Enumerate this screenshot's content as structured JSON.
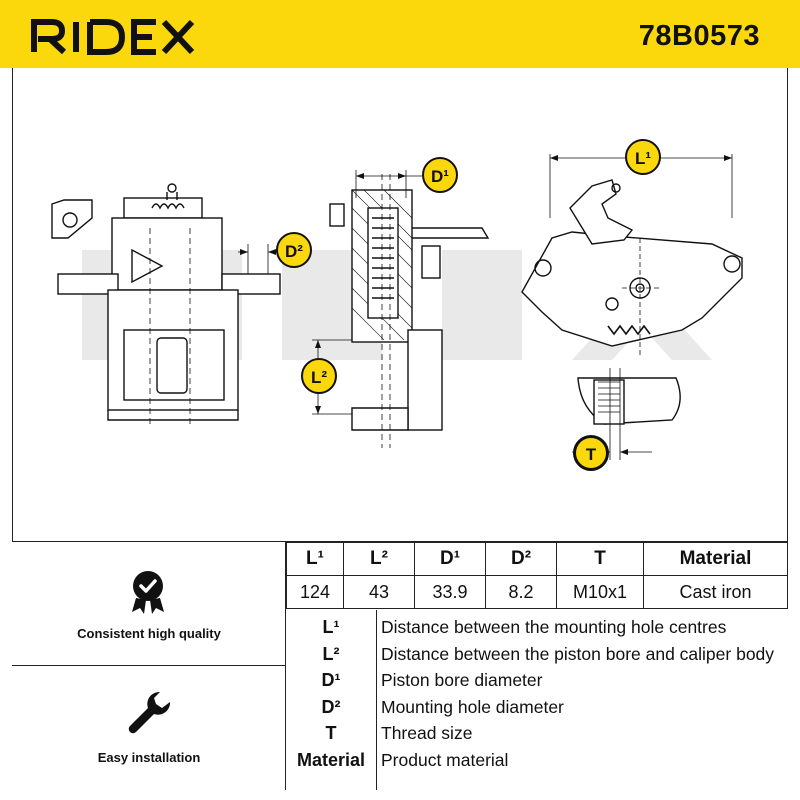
{
  "header": {
    "brand": "RIDEX",
    "part_number": "78B0573",
    "color_header": "#fbd80c"
  },
  "drawing": {
    "watermark": "RIDEX",
    "callouts": {
      "l1": "L¹",
      "l2": "L²",
      "d1": "D¹",
      "d2": "D²",
      "t": "T"
    }
  },
  "features": [
    {
      "label": "Consistent high quality",
      "icon": "shield-check-icon"
    },
    {
      "label": "Easy installation",
      "icon": "wrench-icon"
    }
  ],
  "specs": {
    "headers": [
      "L¹",
      "L²",
      "D¹",
      "D²",
      "T",
      "Material"
    ],
    "values": [
      "124",
      "43",
      "33.9",
      "8.2",
      "M10x1",
      "Cast iron"
    ]
  },
  "legend": [
    {
      "key": "L¹",
      "desc": "Distance between the mounting hole centres"
    },
    {
      "key": "L²",
      "desc": "Distance between the piston bore and caliper body"
    },
    {
      "key": "D¹",
      "desc": "Piston bore diameter"
    },
    {
      "key": "D²",
      "desc": "Mounting hole diameter"
    },
    {
      "key": "T",
      "desc": "Thread size"
    },
    {
      "key": "Material",
      "desc": "Product material"
    }
  ]
}
